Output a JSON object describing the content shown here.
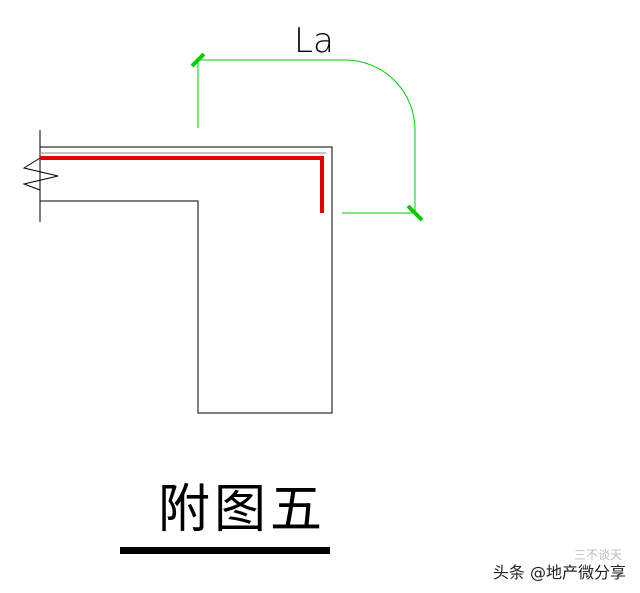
{
  "diagram": {
    "dimension_label": "La",
    "caption": "附图五",
    "colors": {
      "outline": "#000000",
      "rebar": "#e00000",
      "dimension": "#00cc00",
      "background": "#ffffff"
    }
  },
  "watermark": {
    "text": "头条 @地产微分享",
    "faint_text": "三不谈天"
  }
}
